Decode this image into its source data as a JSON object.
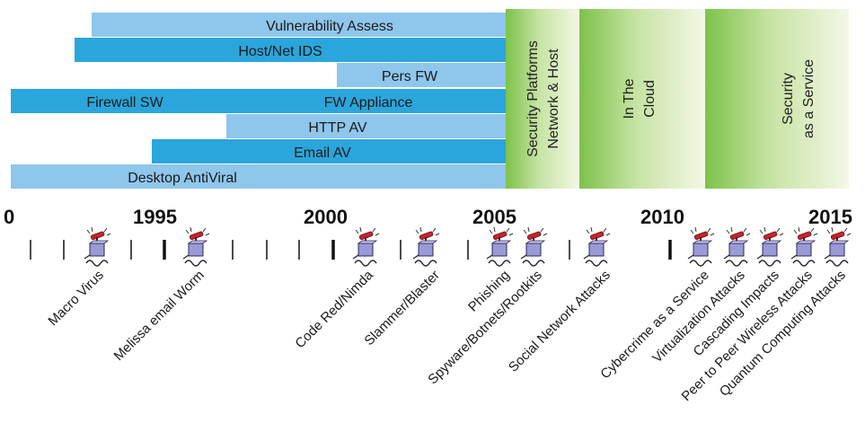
{
  "bars": [
    {
      "label": "Vulnerability Assess",
      "color": "#8fc6ec"
    },
    {
      "label": "Host/Net IDS",
      "color": "#2aa6dc"
    },
    {
      "label": "Pers FW",
      "color": "#8fc6ec"
    },
    {
      "label_left": "Firewall SW",
      "label_right": "FW Appliance",
      "color": "#2aa6dc"
    },
    {
      "label": "HTTP AV",
      "color": "#8fc6ec"
    },
    {
      "label": "Email AV",
      "color": "#2aa6dc"
    },
    {
      "label": "Desktop AntiViral",
      "color": "#8fc6ec"
    }
  ],
  "eras": [
    {
      "lines": [
        "Security Platforms",
        "Network & Host"
      ]
    },
    {
      "lines": [
        "In The",
        "Cloud"
      ]
    },
    {
      "lines": [
        "Security",
        "as a Service"
      ]
    }
  ],
  "era_color": "#7dc24a",
  "years": [
    "0",
    "1995",
    "2000",
    "2005",
    "2010",
    "2015"
  ],
  "attacks": [
    "Macro Virus",
    "Melissa email Worm",
    "Code Red/Nimda",
    "Slammer/Blaster",
    "Phishing",
    "Spyware/Botnets/Rootkits",
    "Social Network Attacks",
    "Cybercrime as a Service",
    "Virtualization Attacks",
    "Cascading Impacts",
    "Peer to Peer Wireless Attacks",
    "Quantum Computing Attacks"
  ],
  "icon_color": "#9a9ad6"
}
